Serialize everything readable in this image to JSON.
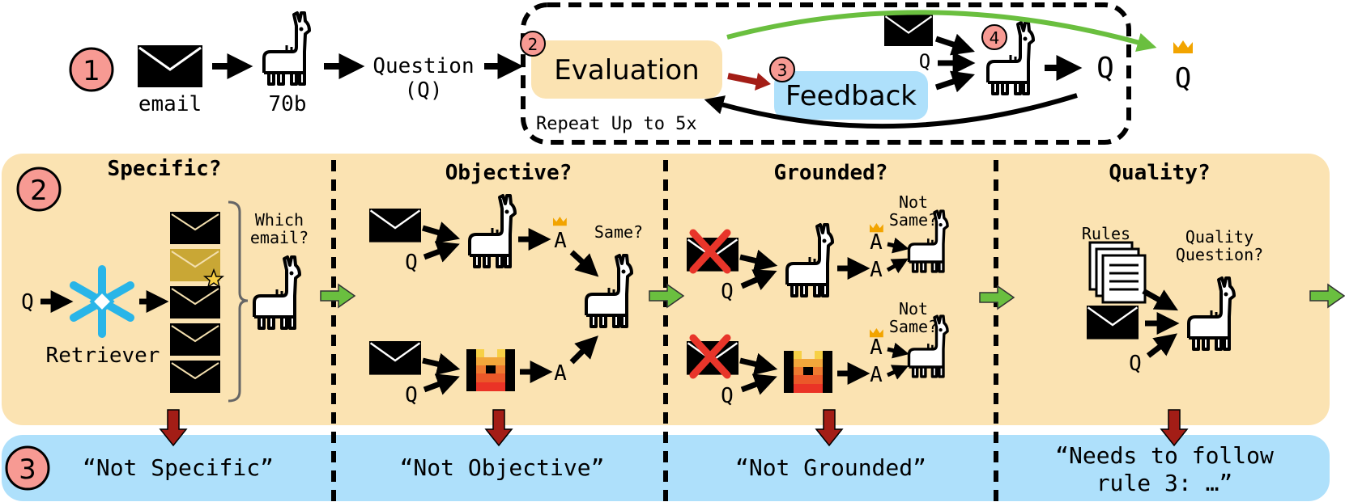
{
  "top": {
    "step1": "1",
    "email_label": "email",
    "model_label": "70b",
    "question_label": "Question",
    "question_sub": "(Q)",
    "step2": "2",
    "evaluation": "Evaluation",
    "step3": "3",
    "feedback": "Feedback",
    "step4": "4",
    "q_input": "Q",
    "q_output": "Q",
    "q_final": "Q",
    "repeat": "Repeat Up to 5x"
  },
  "row2": {
    "step": "2",
    "panels": [
      {
        "title": "Specific?",
        "q": "Q",
        "retriever": "Retriever",
        "which_l1": "Which",
        "which_l2": "email?"
      },
      {
        "title": "Objective?",
        "q1": "Q",
        "q2": "Q",
        "a1": "A",
        "a2": "A",
        "same": "Same?"
      },
      {
        "title": "Grounded?",
        "q1": "Q",
        "q2": "Q",
        "a1": "A",
        "a2": "A",
        "a3": "A",
        "a4": "A",
        "ns1_l1": "Not",
        "ns1_l2": "Same?",
        "ns2_l1": "Not",
        "ns2_l2": "Same?"
      },
      {
        "title": "Quality?",
        "rules": "Rules",
        "qq_l1": "Quality",
        "qq_l2": "Question?",
        "q": "Q"
      }
    ]
  },
  "row3": {
    "step": "3",
    "feedback": [
      "“Not Specific”",
      "“Not Objective”",
      "“Not Grounded”"
    ],
    "feedback4_l1": "“Needs to follow",
    "feedback4_l2": "rule 3: …”"
  },
  "colors": {
    "tan_panel": "#fbe3b2",
    "blue_panel": "#aee0fb",
    "badge": "#f79a93",
    "green_arrow": "#6abf3f",
    "red_arrow": "#a31d16",
    "crown": "#f2a400",
    "retriever_blue": "#29b5e8",
    "highlight_email": "#c9a735",
    "red_x": "#e8352a"
  }
}
